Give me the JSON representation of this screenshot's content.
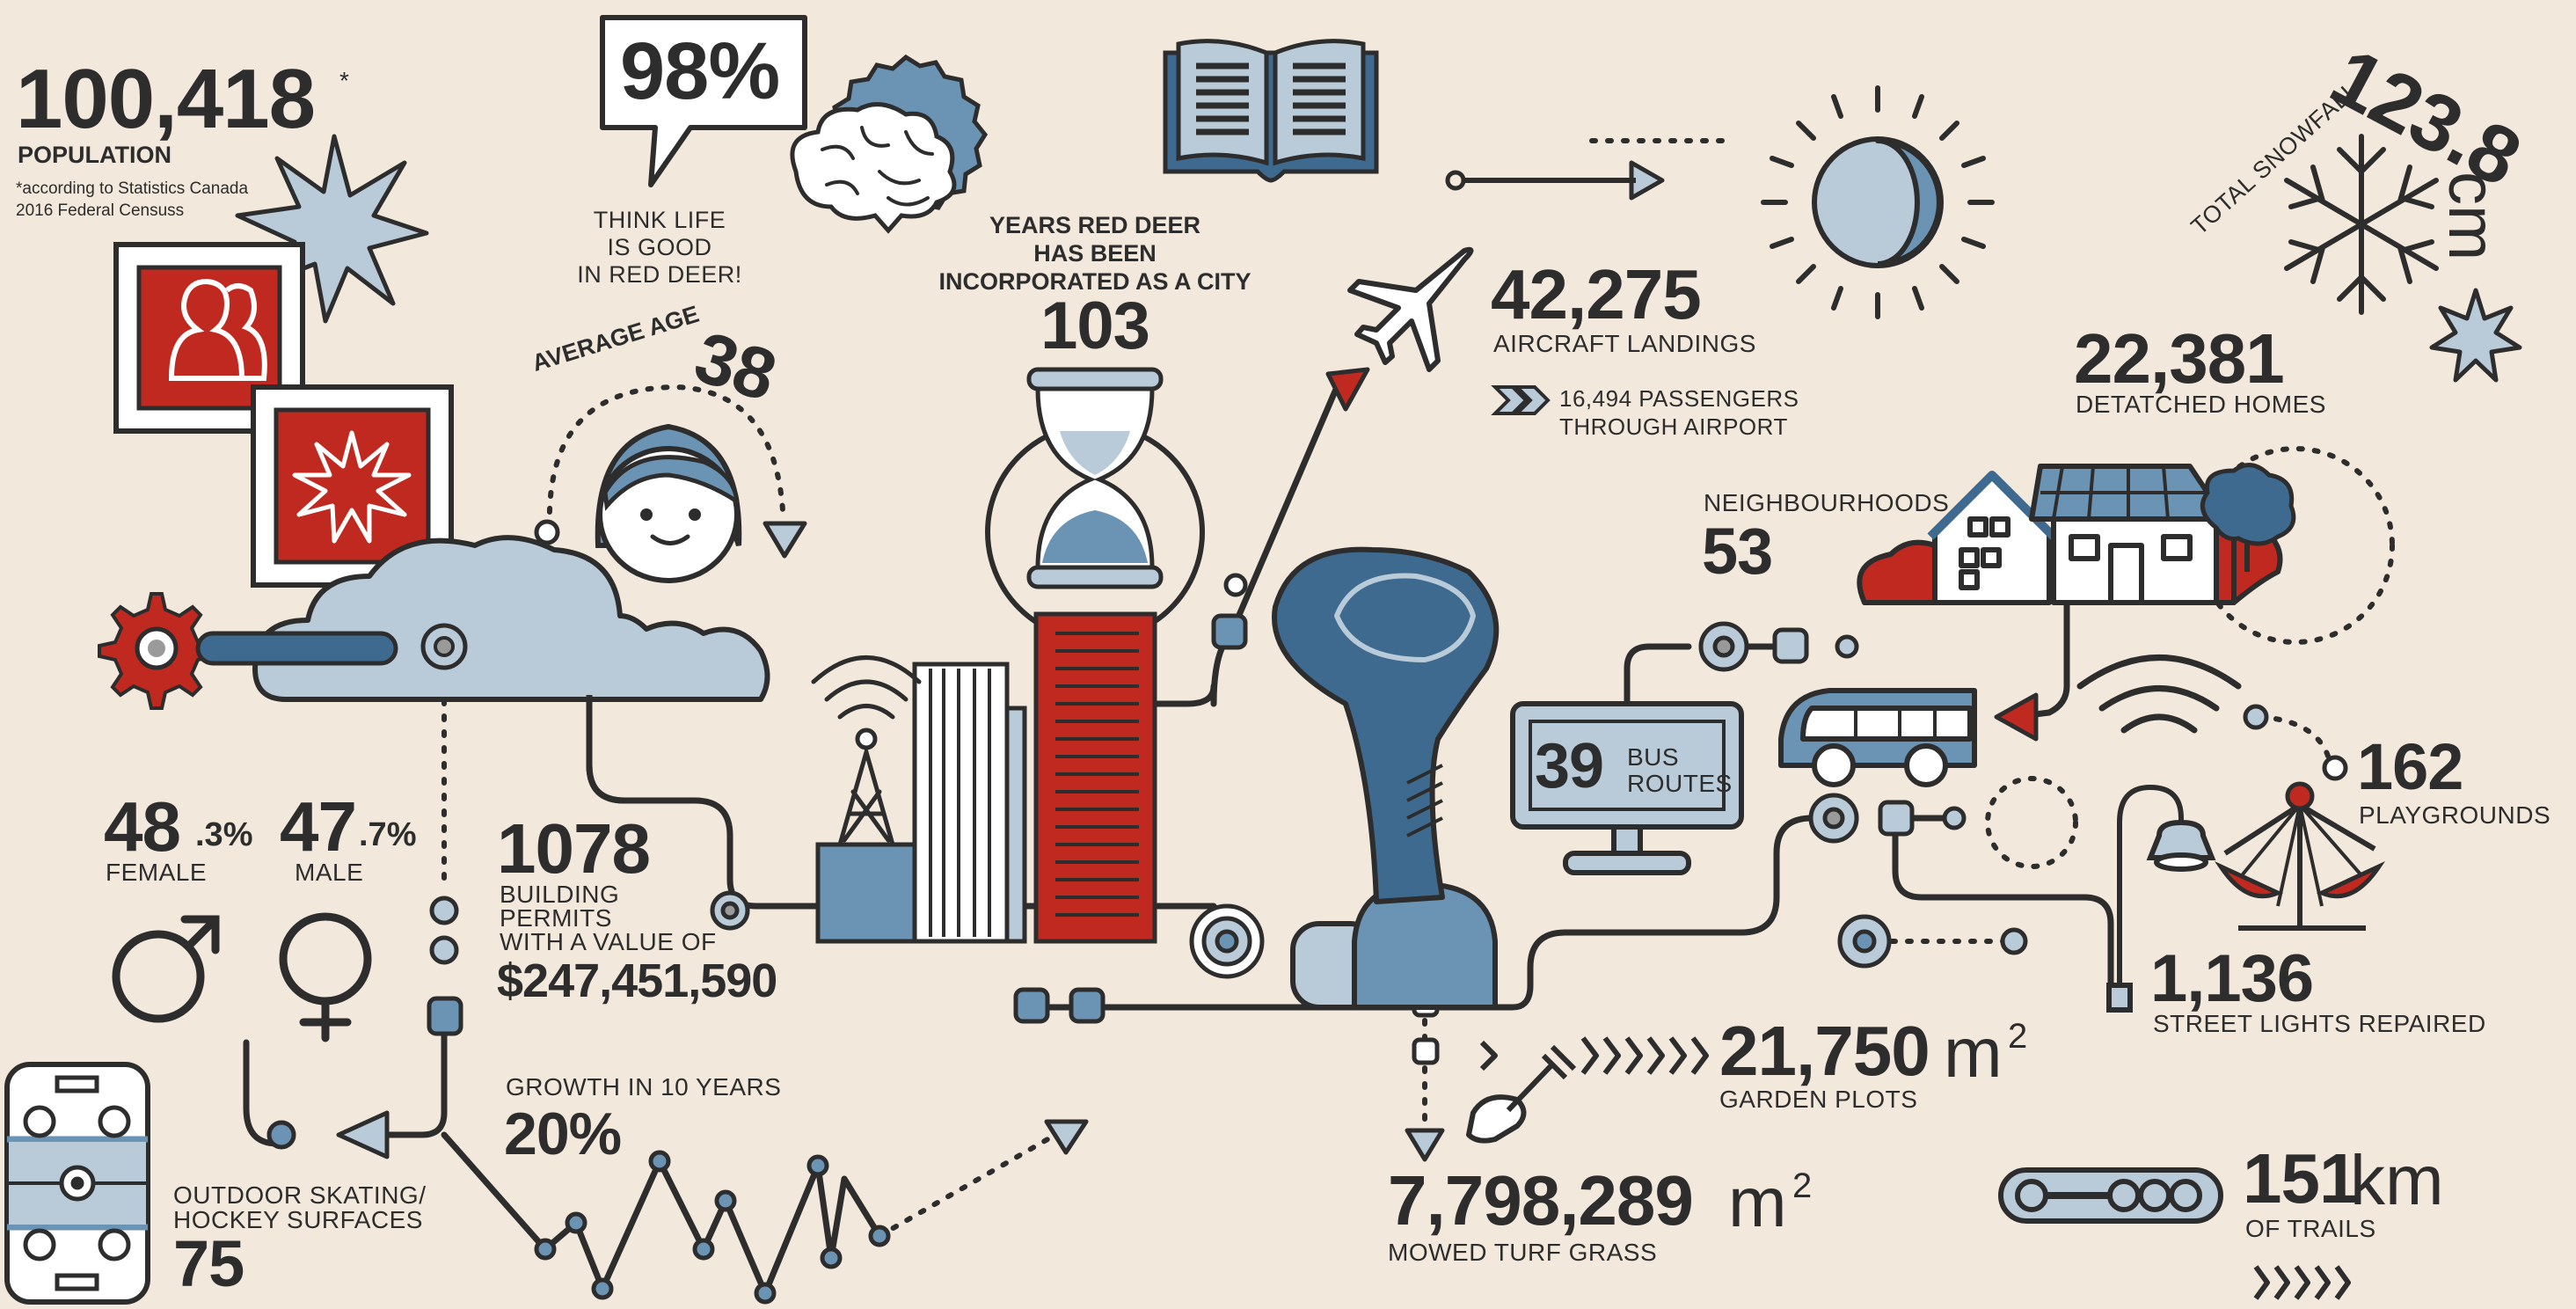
{
  "colors": {
    "bg": "#f2e8dc",
    "red": "#c0291f",
    "blue": "#6b93b3",
    "light_blue": "#b9cbd8",
    "dark_blue": "#3d6a8e",
    "ink": "#2d2d2d"
  },
  "population": {
    "value": "100,418",
    "asterisk": "*",
    "label": "POPULATION",
    "note_line1": "*according to Statistics Canada",
    "note_line2": "2016 Federal Censuss"
  },
  "happiness": {
    "value": "98%",
    "label_line1": "THINK LIFE",
    "label_line2": "IS GOOD",
    "label_line3": "IN RED DEER!"
  },
  "incorporated": {
    "label_line1": "YEARS RED DEER",
    "label_line2": "HAS BEEN",
    "label_line3": "INCORPORATED AS A CITY",
    "value": "103"
  },
  "average_age": {
    "label": "AVERAGE AGE",
    "value": "38"
  },
  "airport": {
    "value": "42,275",
    "label": "AIRCRAFT LANDINGS",
    "passengers_line1": "16,494 PASSENGERS",
    "passengers_line2": "THROUGH AIRPORT"
  },
  "snowfall": {
    "label": "TOTAL SNOWFALL",
    "value": "123.8",
    "unit": "cm"
  },
  "homes": {
    "value": "22,381",
    "label": "DETATCHED HOMES"
  },
  "neighbourhoods": {
    "label": "NEIGHBOURHOODS",
    "value": "53"
  },
  "bus": {
    "value": "39",
    "label_line1": "BUS",
    "label_line2": "ROUTES"
  },
  "playgrounds": {
    "value": "162",
    "label": "PLAYGROUNDS"
  },
  "gender": {
    "female_value": "48",
    "female_decimal": ".3%",
    "female_label": "FEMALE",
    "male_value": "47",
    "male_decimal": ".7%",
    "male_label": "MALE"
  },
  "permits": {
    "value": "1078",
    "label_line1": "BUILDING",
    "label_line2": "PERMITS",
    "label_line3": "WITH A VALUE OF",
    "amount": "$247,451,590"
  },
  "streetlights": {
    "value": "1,136",
    "label": "STREET LIGHTS REPAIRED"
  },
  "garden": {
    "value": "21,750",
    "unit": "m",
    "sup": "2",
    "label": "GARDEN PLOTS"
  },
  "growth": {
    "label": "GROWTH IN 10 YEARS",
    "value": "20%"
  },
  "skating": {
    "label_line1": "OUTDOOR SKATING/",
    "label_line2": "HOCKEY SURFACES",
    "value": "75"
  },
  "turf": {
    "value": "7,798,289",
    "unit": "m",
    "sup": "2",
    "label": "MOWED TURF GRASS"
  },
  "trails": {
    "value": "151",
    "unit": "km",
    "label": "OF TRAILS"
  },
  "icons": [
    "people-icon",
    "sparkle-icon",
    "gear-icon",
    "brain-icon",
    "book-icon",
    "sun-icon",
    "snowflake-icon",
    "airplane-icon",
    "hourglass-icon",
    "face-icon",
    "house-icon",
    "tree-icon",
    "bus-icon",
    "monitor-icon",
    "wifi-icon",
    "lamp-icon",
    "seesaw-icon",
    "male-icon",
    "female-icon",
    "shovel-icon",
    "water-tower-icon",
    "buildings-icon",
    "radio-tower-icon",
    "hockey-rink-icon",
    "trail-icon",
    "chevrons-icon"
  ]
}
